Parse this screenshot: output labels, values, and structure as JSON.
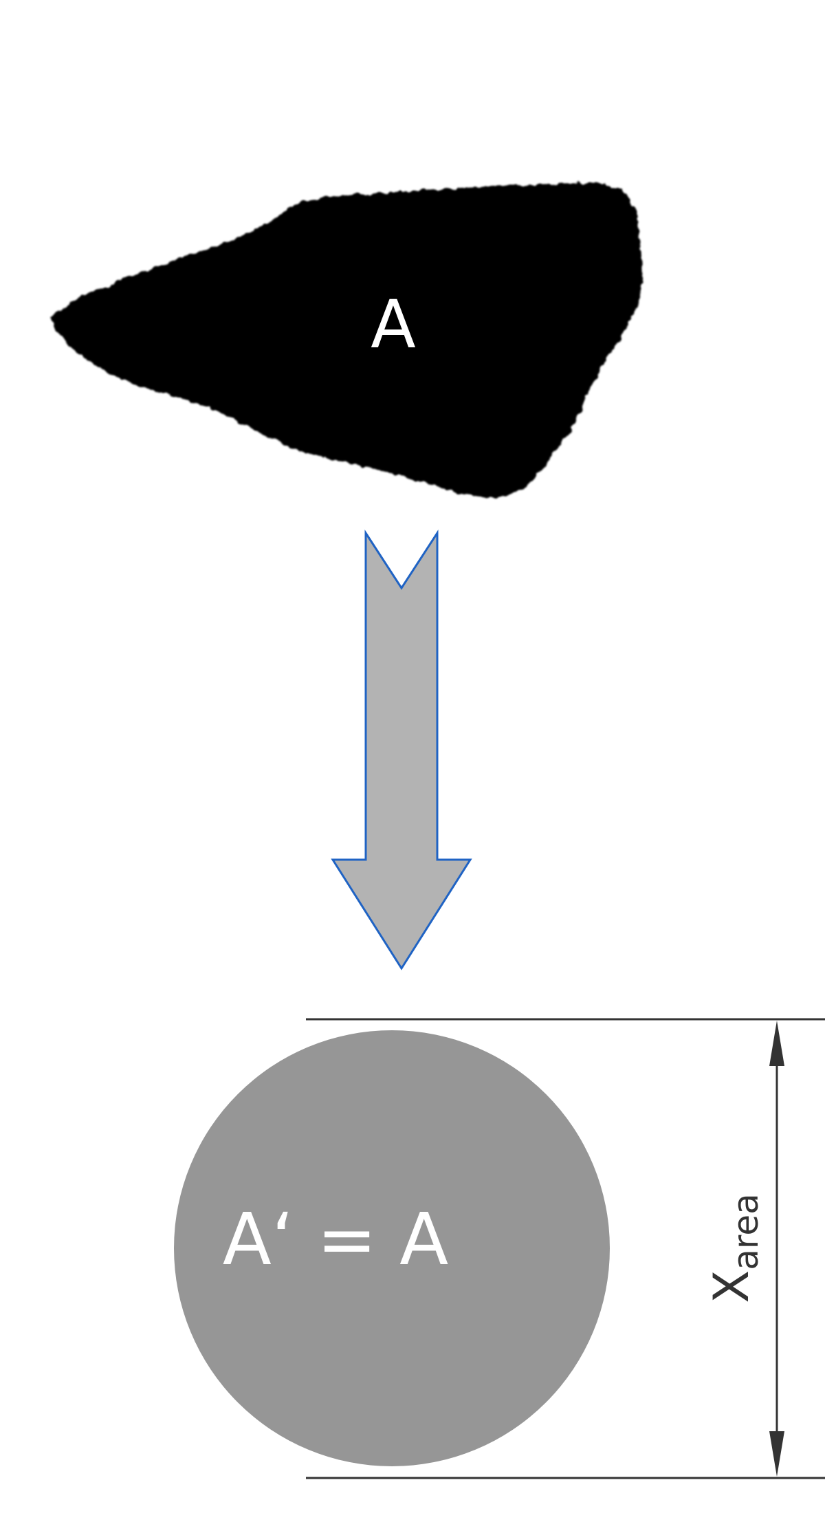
{
  "particle": {
    "label": "A",
    "fill": "#000000",
    "label_color": "#ffffff"
  },
  "arrow": {
    "fill": "#b3b3b3",
    "stroke": "#1f63c4",
    "icon": "down-arrow-icon"
  },
  "circle": {
    "label": "A‘ = A",
    "fill": "#969696",
    "label_color": "#ffffff"
  },
  "dimension": {
    "symbol": "X",
    "subscript": "area",
    "line_color": "#333333"
  }
}
